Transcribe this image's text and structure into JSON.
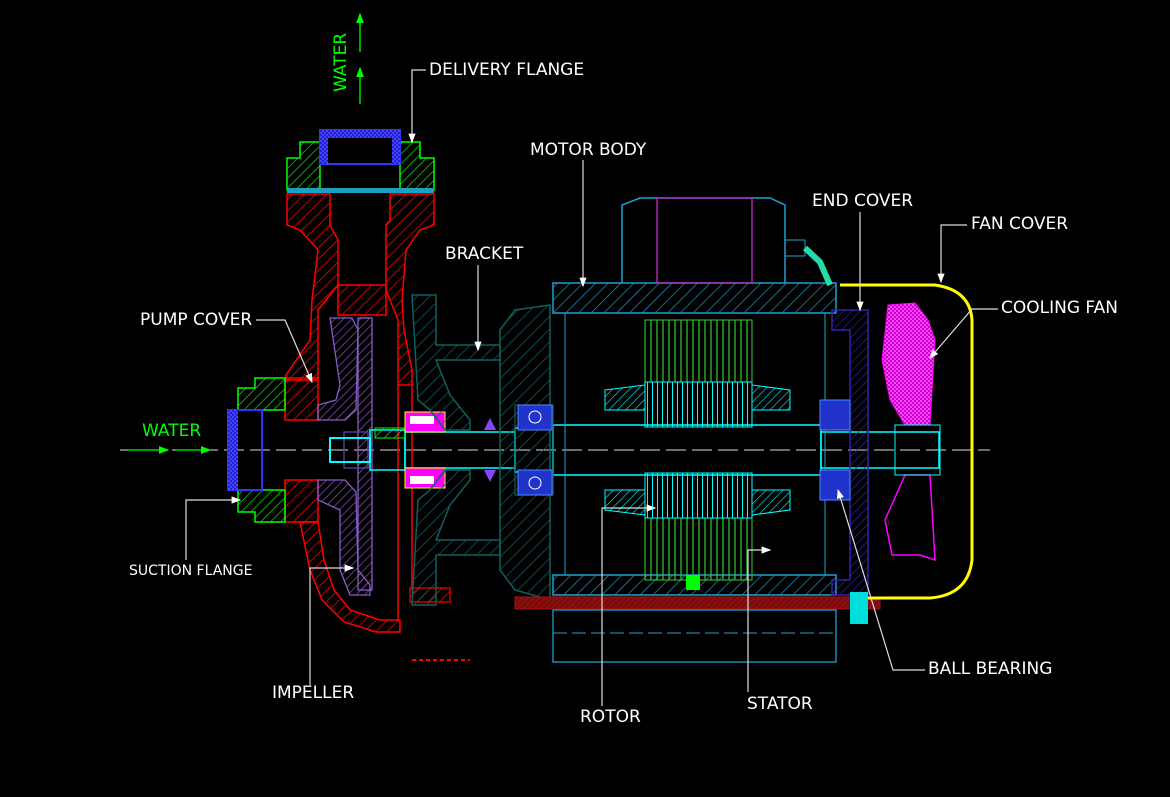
{
  "diagram": {
    "title": "Centrifugal monoblock pump cross-section",
    "labels": {
      "delivery_flange": "DELIVERY FLANGE",
      "motor_body": "MOTOR BODY",
      "end_cover": "END COVER",
      "fan_cover": "FAN COVER",
      "cooling_fan": "COOLING FAN",
      "bracket": "BRACKET",
      "pump_cover": "PUMP COVER",
      "suction_flange": "SUCTION FLANGE",
      "impeller": "IMPELLER",
      "rotor": "ROTOR",
      "stator": "STATOR",
      "ball_bearing": "BALL BEARING",
      "water_in": "WATER",
      "water_out": "WATER"
    },
    "colors": {
      "background": "#000000",
      "label": "#ffffff",
      "water": "#00ff00",
      "pump_casing": "#ff0000",
      "flange": "#00ff00",
      "flange_insert": "#3333ff",
      "impeller": "#8a5cc8",
      "bracket": "#0f5f5f",
      "motor": "#1fa0d0",
      "shaft": "#00ffff",
      "stator_winding": "#33cc33",
      "end_cover": "#3322aa",
      "fan": "#ff00ff",
      "fan_cover": "#ffff00",
      "base_bolt": "#aa1111"
    }
  }
}
